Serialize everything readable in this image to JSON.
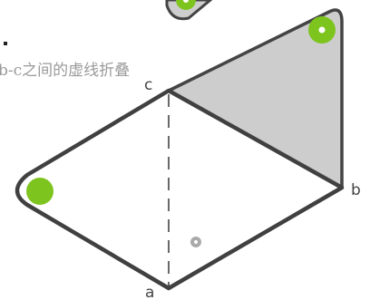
{
  "instruction": {
    "caption_fragment": "b-c之间的虚线折叠"
  },
  "points": {
    "a": "a",
    "b": "b",
    "c": "c"
  },
  "colors": {
    "outline": "#404040",
    "flap_fill": "#cdcdcd",
    "marker_green": "#7ec41f",
    "dashed_line": "#444444",
    "small_dot": "#aaaaaa",
    "caption_gray": "#9a9a9a"
  }
}
